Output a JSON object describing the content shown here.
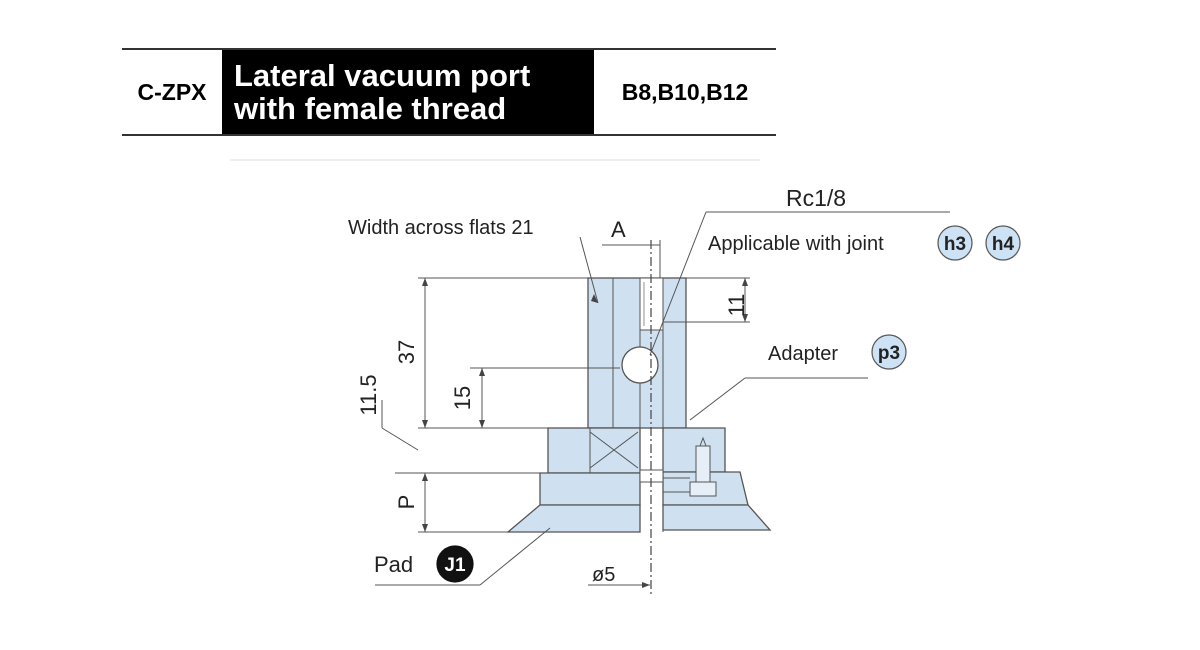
{
  "header": {
    "code": "C-ZPX",
    "title_line1": "Lateral vacuum port",
    "title_line2": "with female thread",
    "sizes": "B8,B10,B12"
  },
  "labels": {
    "width_across_flats": "Width across flats 21",
    "section_a": "A",
    "thread": "Rc1/8",
    "applicable_joint": "Applicable with joint",
    "adapter": "Adapter",
    "pad": "Pad"
  },
  "badges": {
    "h3": "h3",
    "h4": "h4",
    "p3": "p3",
    "j1": "J1"
  },
  "dimensions": {
    "d11": "11",
    "d37": "37",
    "d11_5": "11.5",
    "d15": "15",
    "p": "P",
    "phi5": "ø5"
  },
  "colors": {
    "part_fill": "#cfe1f0",
    "badge_fill": "#cde3f5",
    "line": "#555555",
    "header_black": "#000000"
  }
}
